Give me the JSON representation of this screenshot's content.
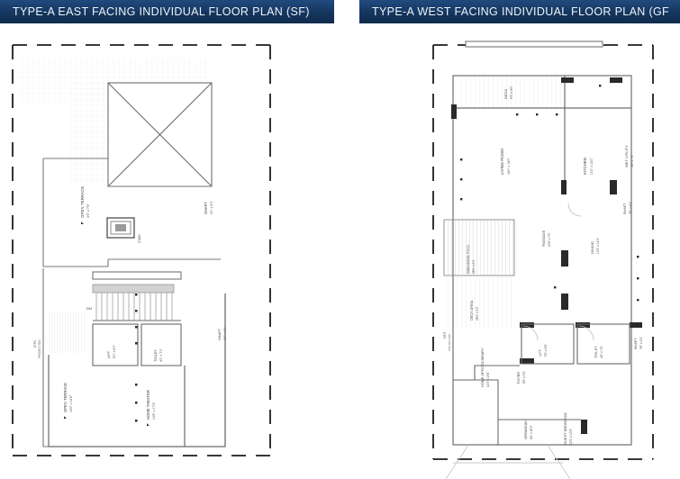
{
  "document": {
    "kind": "architectural-floor-plan-sheet",
    "panel_count": 2
  },
  "panels": [
    {
      "id": "east-facing-sf",
      "header": "TYPE-A EAST FACING INDIVIDUAL FLOOR PLAN (SF)",
      "header_bg": "#14365e",
      "header_fg": "#eef2f7",
      "rooms": [
        {
          "name": "OPEN TERRACE",
          "dim": "3'6\" x 7'6\""
        },
        {
          "name": "SHAFT",
          "dim": "3'0\" x 3'0\""
        },
        {
          "name": "OPEN TERRACE",
          "dim": "12'0\" x 14'6\""
        },
        {
          "name": "HOME THEATER",
          "dim": "14'6\" x 17'0\""
        },
        {
          "name": "LIFT",
          "dim": "5'0\" x 6'0\""
        },
        {
          "name": "TOILET",
          "dim": "4'0\" x 7'0\""
        },
        {
          "name": "SHAFT",
          "dim": "3'0\" x 4'0\""
        },
        {
          "name": "OTS",
          "dim": ""
        },
        {
          "name": "DN",
          "dim": ""
        }
      ]
    },
    {
      "id": "west-facing-gf",
      "header": "TYPE-A WEST FACING INDIVIDUAL FLOOR PLAN (GF",
      "header_bg": "#14365e",
      "header_fg": "#eef2f7",
      "rooms": [
        {
          "name": "DECK",
          "dim": "6'0\" x 9'0\""
        },
        {
          "name": "LIVING ROOM",
          "dim": "16'0\" x 14'0\""
        },
        {
          "name": "KITCHEN",
          "dim": "10'0\" x 13'0\""
        },
        {
          "name": "WET UTILITY",
          "dim": "4'6\" x 7'0\""
        },
        {
          "name": "SHAFT",
          "dim": "3'0\" x 4'0\""
        },
        {
          "name": "SWIMMING POOL",
          "dim": "28'0\" x 9'0\""
        },
        {
          "name": "DECK AREA",
          "dim": "28'0\" x 9'0\""
        },
        {
          "name": "PASSAGE",
          "dim": "10'0\" x 7'0\""
        },
        {
          "name": "DINING",
          "dim": "13'0\" x 14'0\""
        },
        {
          "name": "LIFT",
          "dim": "5'0\" x 6'0\""
        },
        {
          "name": "TOILET",
          "dim": "4'0\" x 7'0\""
        },
        {
          "name": "SHAFT",
          "dim": "3'0\" x 4'0\""
        },
        {
          "name": "HOME OFFICE/LIBRARY",
          "dim": "11'0\" x 13'0\""
        },
        {
          "name": "FOYER",
          "dim": "6'0\" x 9'0\""
        },
        {
          "name": "VERANDAH",
          "dim": "6'0\" x 10'0\""
        },
        {
          "name": "GUEST BEDROOM",
          "dim": "12'0\" x 13'0\""
        },
        {
          "name": "OTS",
          "dim": ""
        }
      ]
    }
  ],
  "style": {
    "line": "#5a5a5a",
    "line_light": "#b8b8b8",
    "hatch": "#cfcfcf",
    "wall_fill": "#2a2a2a",
    "label": "#3a3a3a",
    "boundary": "#1a1a1a"
  }
}
